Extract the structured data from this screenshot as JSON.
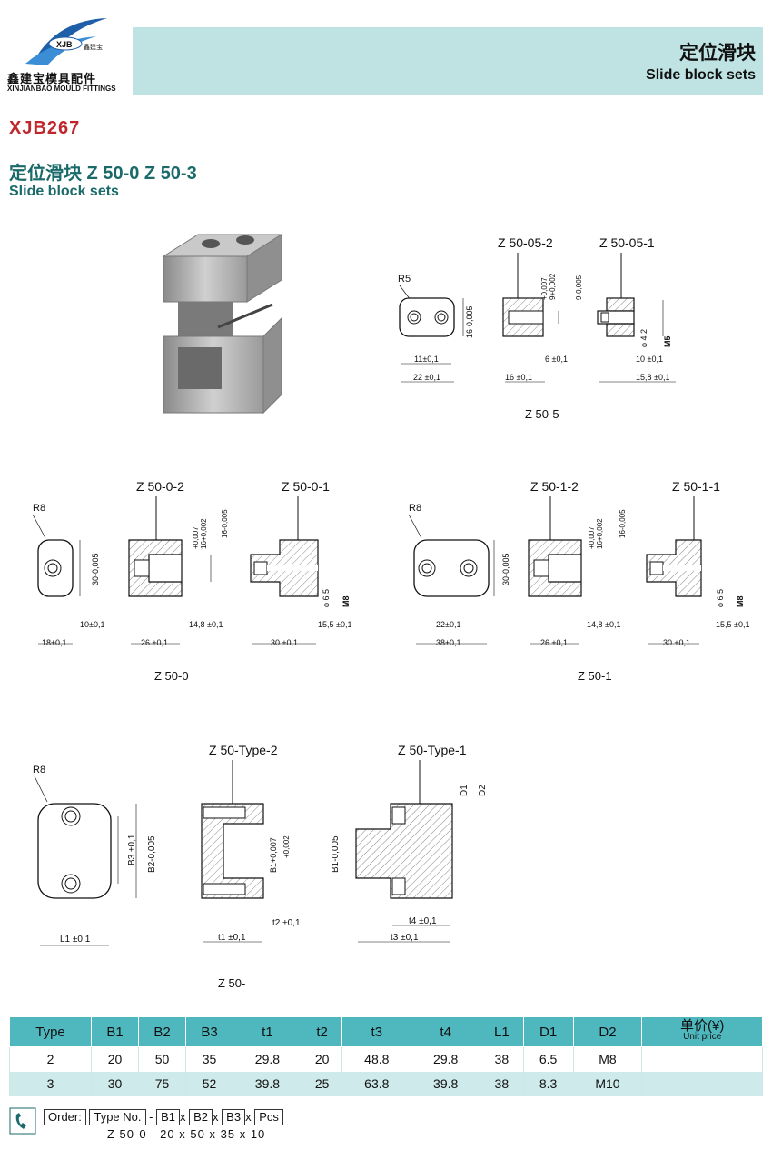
{
  "header": {
    "title_cn": "定位滑块",
    "title_en": "Slide block sets",
    "logo_badge": "XJB",
    "logo_mark": "鑫建宝",
    "logo_name_cn": "鑫建宝模具配件",
    "logo_name_en": "XINJIANBAO MOULD FITTINGS"
  },
  "product": {
    "code": "XJB267",
    "title_cn": "定位滑块 Z 50-0   Z 50-3",
    "title_en": "Slide block sets"
  },
  "drawings": {
    "z505": {
      "label_2": "Z 50-05-2",
      "label_1": "Z 50-05-1",
      "caption": "Z 50-5",
      "r": "R5",
      "d16": "16-0,005",
      "d11": "11±0,1",
      "d22": "22 ±0,1",
      "tol_a": "+0,007",
      "tol_b": "9+0,002",
      "d9": "9-0,005",
      "d6": "6 ±0,1",
      "d16b": "16 ±0,1",
      "d10": "10 ±0,1",
      "d158": "15,8 ±0,1",
      "phi42": "ϕ 4.2",
      "m5": "M5"
    },
    "z500": {
      "label_2": "Z 50-0-2",
      "label_1": "Z 50-0-1",
      "caption": "Z 50-0",
      "r": "R8",
      "d30": "30-0,005",
      "tol_a": "+0,007",
      "tol_b": "16+0,002",
      "d16": "16-0,005",
      "d10": "10±0,1",
      "d18": "18±0,1",
      "d26": "26 ±0,1",
      "d148": "14,8 ±0,1",
      "d30b": "30 ±0,1",
      "d155": "15,5 ±0,1",
      "phi65": "ϕ 6.5",
      "m8": "M8"
    },
    "z501": {
      "label_2": "Z 50-1-2",
      "label_1": "Z 50-1-1",
      "caption": "Z 50-1",
      "r": "R8",
      "d30": "30-0,005",
      "tol_a": "+0,007",
      "tol_b": "16+0,002",
      "d16": "16-0,005",
      "d22": "22±0,1",
      "d38": "38±0,1",
      "d26": "26 ±0,1",
      "d148": "14,8 ±0,1",
      "d30b": "30 ±0,1",
      "d155": "15,5 ±0,1",
      "phi65": "ϕ 6.5",
      "m8": "M8"
    },
    "ztype": {
      "label_2": "Z 50-Type-2",
      "label_1": "Z 50-Type-1",
      "caption": "Z 50-",
      "r": "R8",
      "b3": "B3 ±0,1",
      "b2": "B2-0,005",
      "l1": "L1 ±0,1",
      "b1a": "B1+0,007",
      "b1b": "+0,002",
      "t1": "t1 ±0,1",
      "t2": "t2 ±0,1",
      "b1c": "B1-0,005",
      "d1": "D1",
      "d2": "D2",
      "t3": "t3 ±0,1",
      "t4": "t4 ±0,1"
    }
  },
  "table": {
    "headers": [
      "Type",
      "B1",
      "B2",
      "B3",
      "t1",
      "t2",
      "t3",
      "t4",
      "L1",
      "D1",
      "D2"
    ],
    "price_header": "单价(¥)",
    "price_header_en": "Unit price",
    "rows": [
      [
        "2",
        "20",
        "50",
        "35",
        "29.8",
        "20",
        "48.8",
        "29.8",
        "38",
        "6.5",
        "M8",
        ""
      ],
      [
        "3",
        "30",
        "75",
        "52",
        "39.8",
        "25",
        "63.8",
        "39.8",
        "38",
        "8.3",
        "M10",
        ""
      ]
    ]
  },
  "order": {
    "label": "Order:",
    "type_no": "Type No.",
    "b1": "B1",
    "b2": "B2",
    "b3": "B3",
    "pcs": "Pcs",
    "example_type": "Z 50-0",
    "example_b1": "20",
    "example_b2": "50",
    "example_b3": "35",
    "example_pcs": "10",
    "dash": "-",
    "x": "x"
  }
}
